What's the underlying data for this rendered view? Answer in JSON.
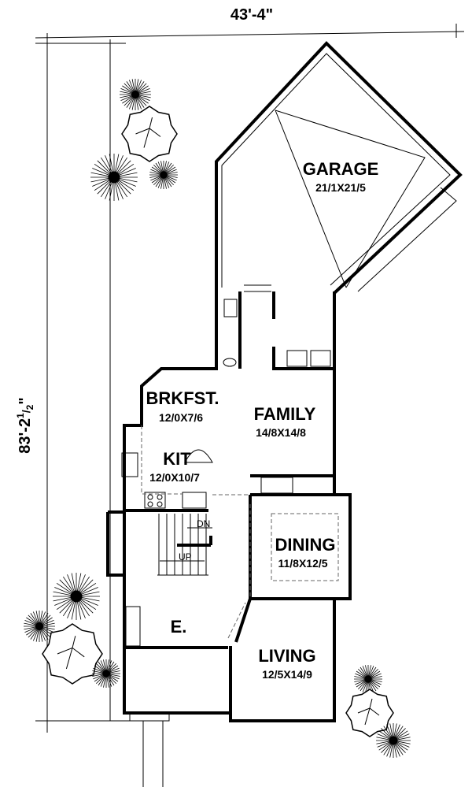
{
  "dimensions": {
    "width": "43'-4\"",
    "depth_main": "83'-2",
    "depth_fraction_num": "1",
    "depth_fraction_den": "2",
    "depth_suffix": "\""
  },
  "rooms": {
    "garage": {
      "name": "GARAGE",
      "size": "21/1X21/5"
    },
    "breakfast": {
      "name": "BRKFST.",
      "size": "12/0X7/6"
    },
    "family": {
      "name": "FAMILY",
      "size": "14/8X14/8"
    },
    "kitchen": {
      "name": "KIT",
      "size": "12/0X10/7"
    },
    "dining": {
      "name": "DINING",
      "size": "11/8X12/5"
    },
    "entry": {
      "name": "E."
    },
    "living": {
      "name": "LIVING",
      "size": "12/5X14/9"
    }
  },
  "stairs": {
    "down": "DN",
    "up": "UP"
  }
}
